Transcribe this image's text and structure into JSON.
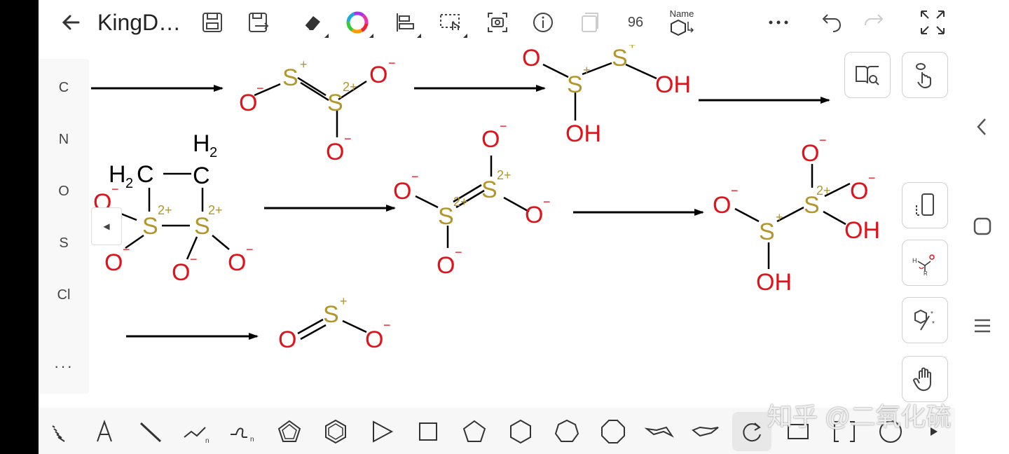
{
  "app": {
    "title": "KingD…",
    "zoom": "96",
    "name_tool_label": "Name"
  },
  "left_panel": {
    "elements": [
      "C",
      "N",
      "O",
      "S",
      "Cl"
    ],
    "more": "···"
  },
  "watermark": "知乎 @二氧化硫",
  "colors": {
    "oxygen": "#e0121a",
    "sulfur": "#b3962a",
    "bond": "#000000",
    "accent_selected": "#e8e8e8"
  },
  "molecules": {
    "m1": {
      "s1": "S",
      "s1_charge": "+",
      "s2": "S",
      "s2_charge": "2+",
      "o1": "O",
      "o1_charge": "−",
      "o2": "O",
      "o2_charge": "−",
      "o3": "O",
      "o3_charge": "−"
    },
    "m2": {
      "o1": "O",
      "o1_charge": "−",
      "s1": "S",
      "s1_charge": "+",
      "s2": "S",
      "s2_charge": "+",
      "oh1": "OH",
      "oh2": "OH"
    },
    "m3": {
      "h2a": "H",
      "h2a_sub": "2",
      "c1": "C",
      "h2b": "H",
      "h2b_sub": "2",
      "c2": "C",
      "o1": "O",
      "o1_charge": "−",
      "s1": "S",
      "s1_charge": "2+",
      "s2": "S",
      "s2_charge": "2+",
      "o2": "O",
      "o2_charge": "−",
      "o3": "O",
      "o3_charge": "−",
      "o4": "O",
      "o4_charge": "−"
    },
    "m4": {
      "o1": "O",
      "o1_charge": "−",
      "s1": "S",
      "s1_charge": "2+",
      "s2": "S",
      "s2_charge": "2+",
      "o2": "O",
      "o2_charge": "−",
      "o3": "O",
      "o3_charge": "−",
      "o4": "O",
      "o4_charge": "−"
    },
    "m5": {
      "o1": "O",
      "o1_charge": "−",
      "s1": "S",
      "s1_charge": "+",
      "s2": "S",
      "s2_charge": "2+",
      "o2": "O",
      "o2_charge": "−",
      "o3": "O",
      "o3_charge": "−",
      "oh1": "OH",
      "oh2": "OH"
    },
    "m6": {
      "o1": "O",
      "s1": "S",
      "s1_charge": "+",
      "o2": "O",
      "o2_charge": "−"
    }
  }
}
